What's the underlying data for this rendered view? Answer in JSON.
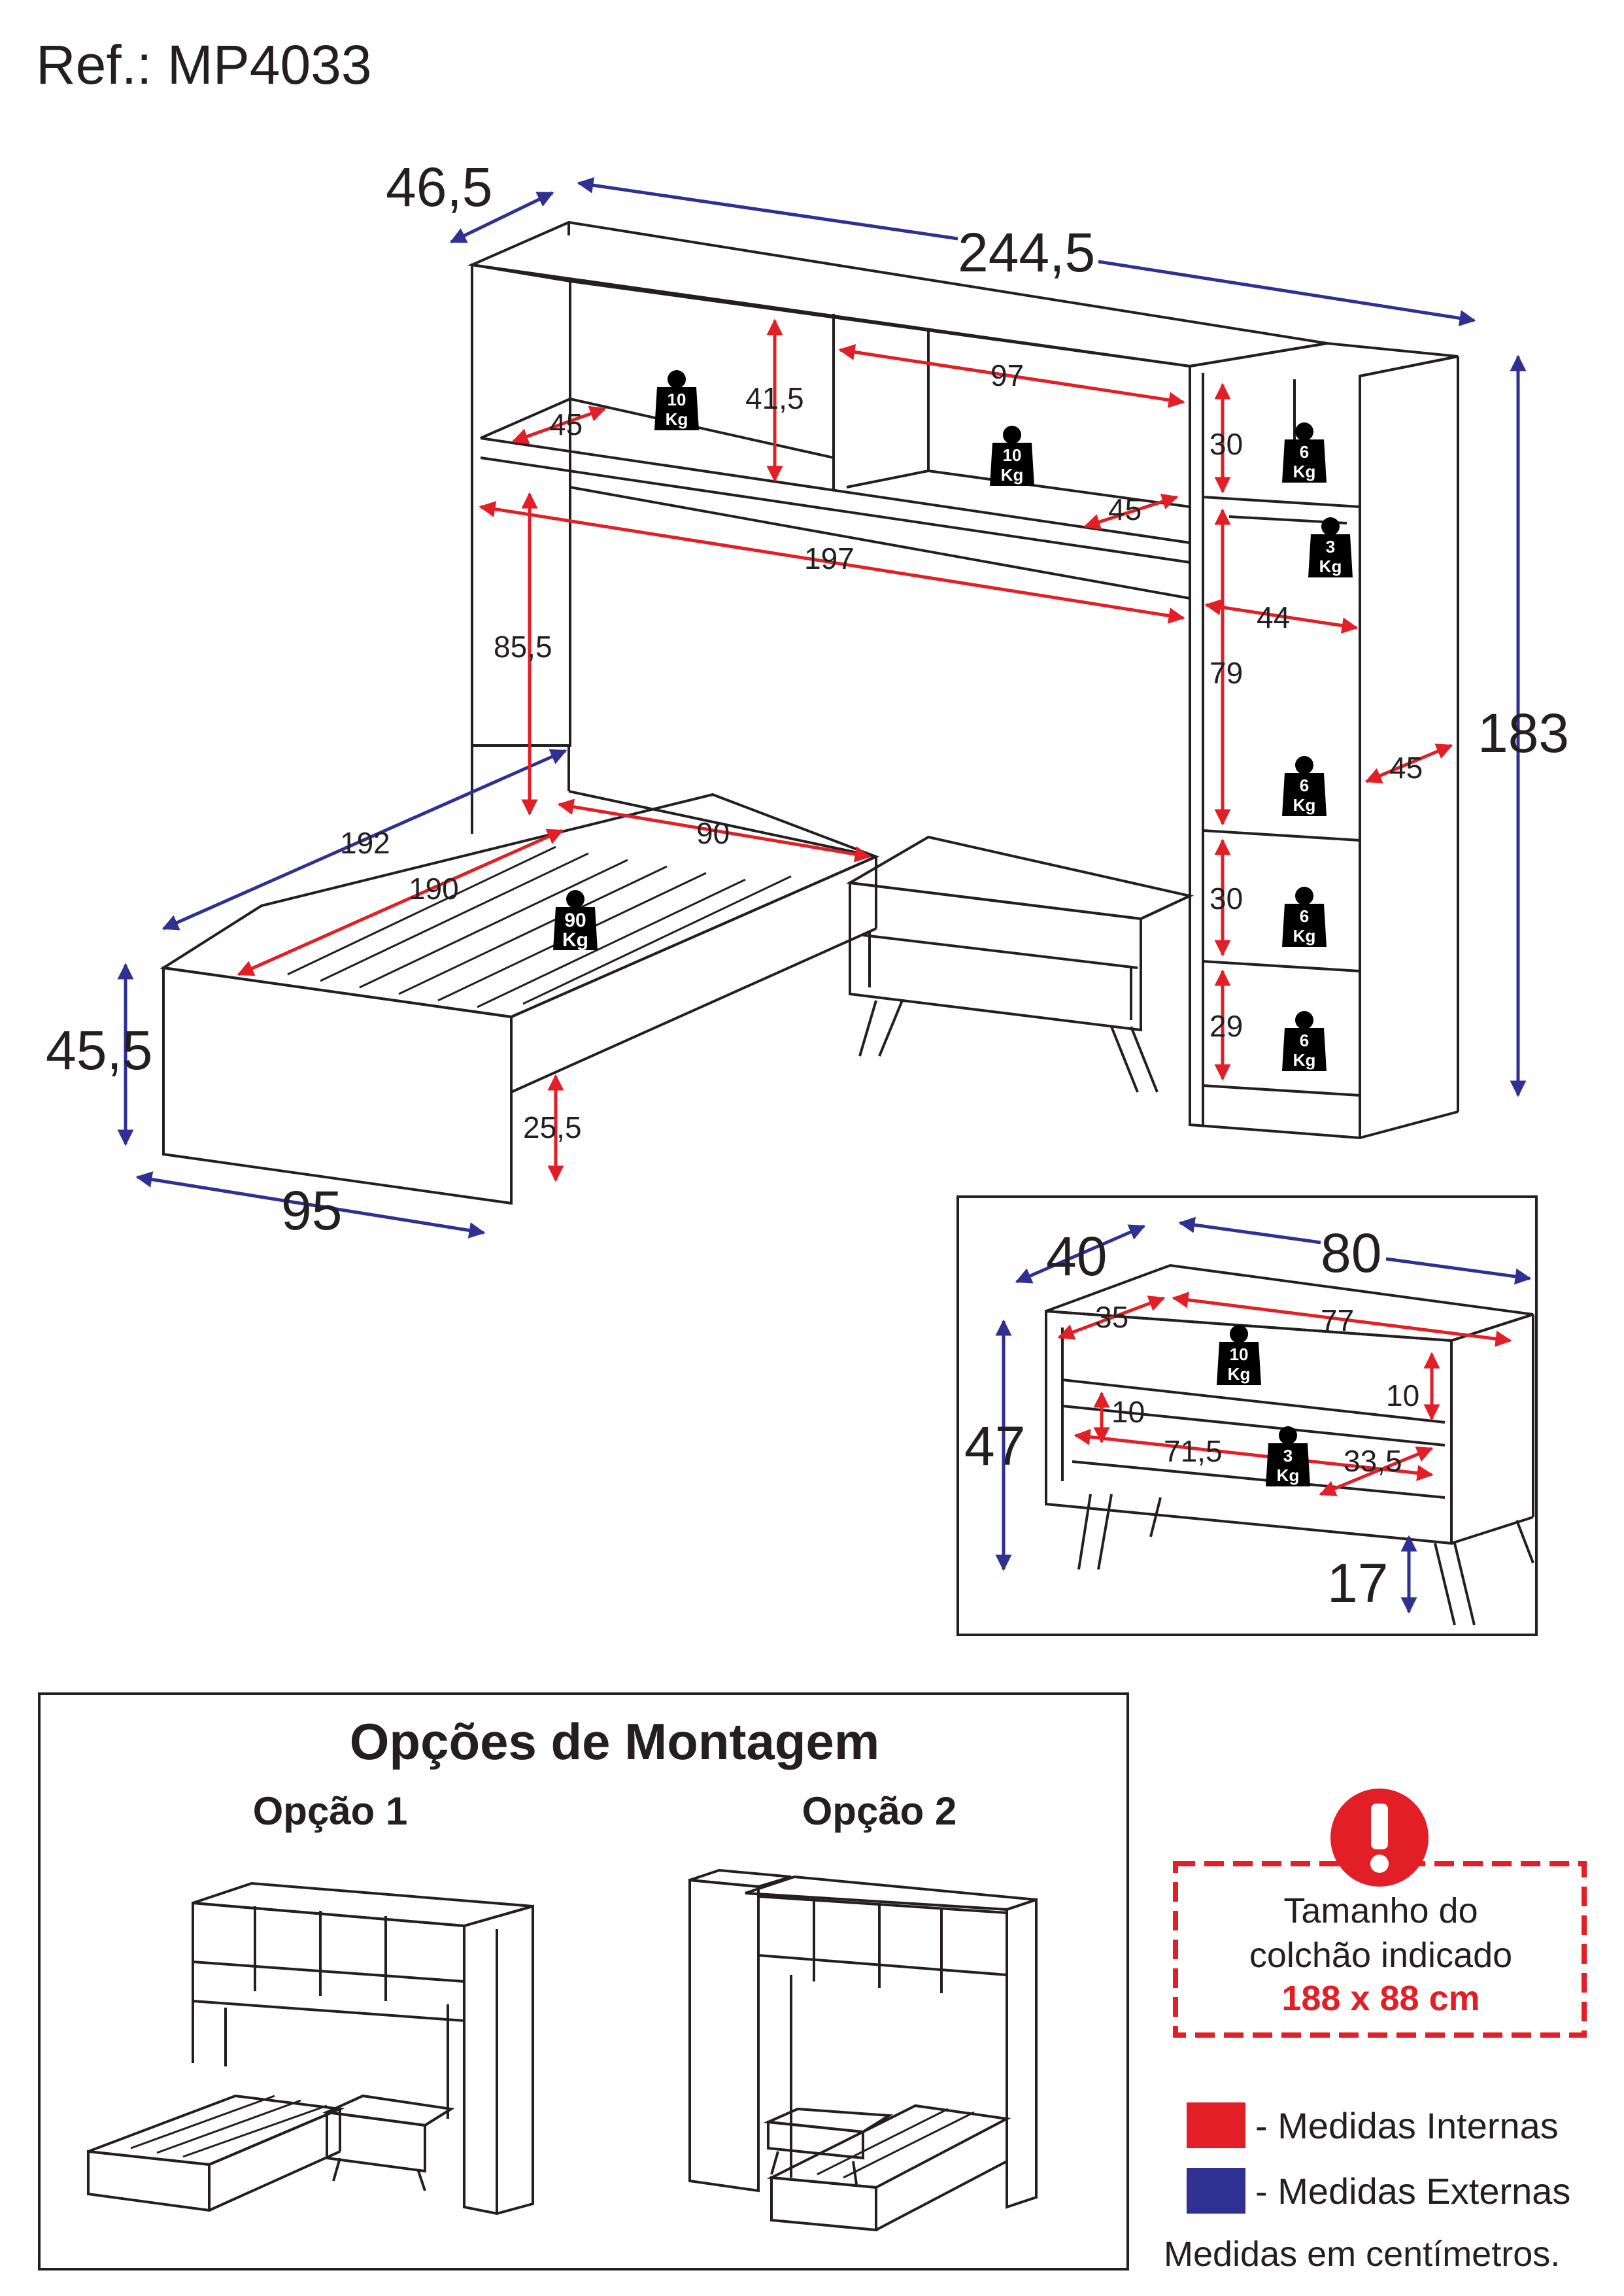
{
  "reference": "Ref.: MP4033",
  "dimensions": {
    "overall_depth": "46,5",
    "overall_width": "244,5",
    "overall_height": "183",
    "shelf_depth": "45",
    "niche_height": "41,5",
    "niche_width": "97",
    "niche_depth": "45",
    "bridge_width": "197",
    "bed_clearance": "85,5",
    "tower_top_niche": "30",
    "tower_inner_width": "44",
    "tower_hanger_height": "79",
    "tower_depth": "45",
    "tower_niche_mid": "30",
    "tower_niche_bottom": "29",
    "bed_length_outer": "192",
    "bed_length_inner": "190",
    "bed_width_inner": "90",
    "bed_height": "45,5",
    "bed_base_height": "25,5",
    "bed_width_outer": "95"
  },
  "weights": {
    "top_shelf": {
      "value": "10",
      "unit": "Kg"
    },
    "right_niche": {
      "value": "10",
      "unit": "Kg"
    },
    "tower_top": {
      "value": "6",
      "unit": "Kg"
    },
    "hanger": {
      "value": "3",
      "unit": "Kg"
    },
    "tower_shelf": {
      "value": "6",
      "unit": "Kg"
    },
    "tower_niche_mid": {
      "value": "6",
      "unit": "Kg"
    },
    "tower_niche_bottom": {
      "value": "6",
      "unit": "Kg"
    },
    "bed": {
      "value": "90",
      "unit": "Kg"
    }
  },
  "nightstand": {
    "depth": "40",
    "width": "80",
    "inner_depth": "35",
    "inner_width": "77",
    "height": "47",
    "shelf_height": "10",
    "drawer_height": "10",
    "drawer_width": "71,5",
    "drawer_depth": "33,5",
    "leg_height": "17",
    "weight_top": {
      "value": "10",
      "unit": "Kg"
    },
    "weight_drawer": {
      "value": "3",
      "unit": "Kg"
    }
  },
  "assembly": {
    "title": "Opções de Montagem",
    "option1": "Opção 1",
    "option2": "Opção 2"
  },
  "mattress_note": {
    "line1": "Tamanho do",
    "line2": "colchão indicado",
    "size": "188 x 88 cm"
  },
  "legend": {
    "internal": "- Medidas Internas",
    "external": "- Medidas Externas",
    "units": "Medidas em centímetros."
  },
  "colors": {
    "internal": "#e21e26",
    "external": "#2e3192",
    "warning": "#e21e26",
    "line": "#231f20"
  }
}
